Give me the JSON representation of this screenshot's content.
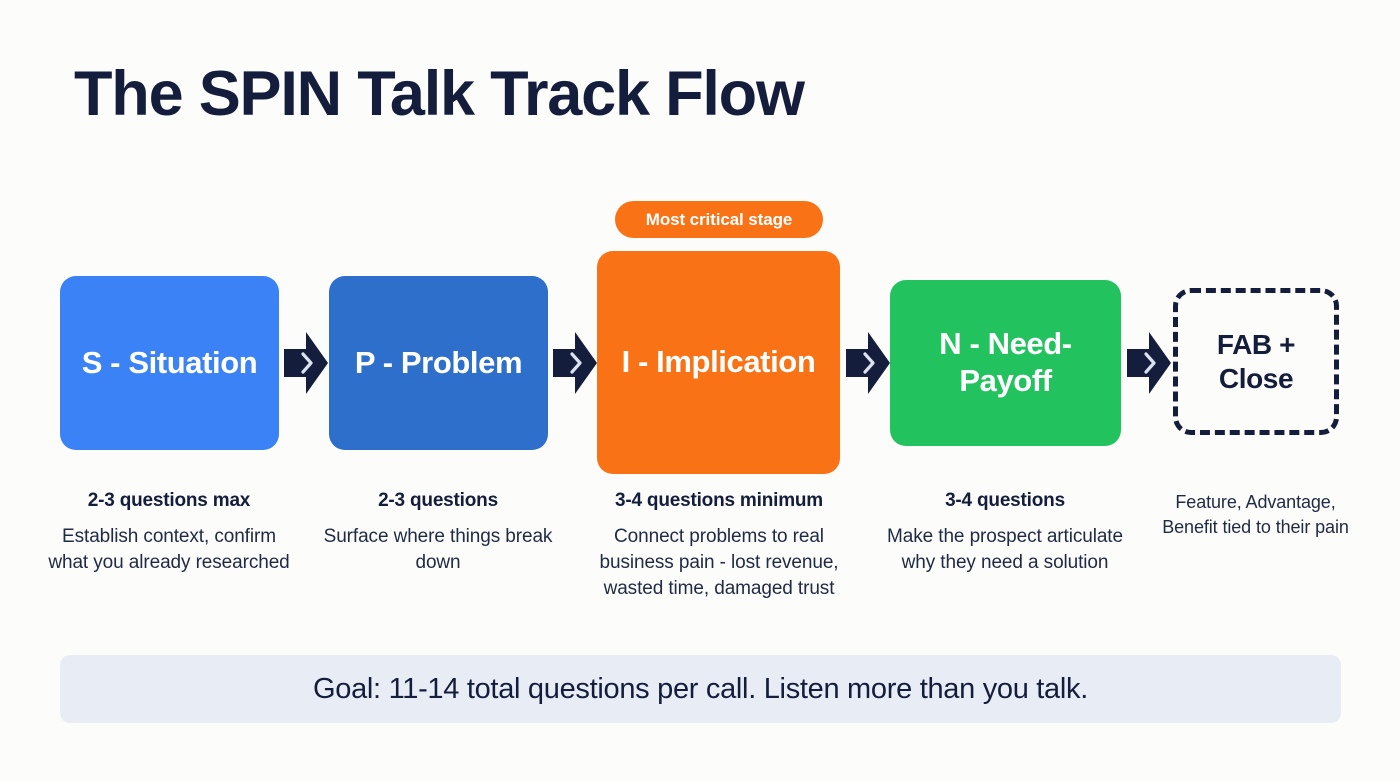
{
  "page": {
    "title": "The SPIN Talk Track Flow",
    "background_color": "#fcfcfa",
    "text_color": "#141e3c"
  },
  "badge": {
    "label": "Most critical stage",
    "color": "#f97316",
    "attached_to": "I - Implication"
  },
  "flow": {
    "stages": [
      {
        "id": "situation",
        "label": "S - Situation",
        "color": "#3b82f6",
        "style": "solid",
        "caption_heading": "2-3 questions max",
        "caption_body": "Establish context, confirm what you already researched"
      },
      {
        "id": "problem",
        "label": "P - Problem",
        "color": "#2e6fcc",
        "style": "solid",
        "caption_heading": "2-3 questions",
        "caption_body": "Surface where things break down"
      },
      {
        "id": "implication",
        "label": "I - Implication",
        "color": "#f97316",
        "style": "solid",
        "caption_heading": "3-4 questions minimum",
        "caption_body": "Connect problems to real business pain - lost revenue, wasted time, damaged trust"
      },
      {
        "id": "need-payoff",
        "label": "N - Need-Payoff",
        "color": "#22c35e",
        "style": "solid",
        "caption_heading": "3-4 questions",
        "caption_body": "Make the prospect articulate why they need a solution"
      },
      {
        "id": "fab-close",
        "label": "FAB + Close",
        "color": "#141e3c",
        "style": "dashed",
        "caption_heading": "",
        "caption_body": "Feature, Advantage, Benefit tied to their pain"
      }
    ],
    "connector": {
      "icon": "chevron-right-arrow",
      "color": "#141e3c",
      "count": 4
    }
  },
  "footer": {
    "text": "Goal: 11-14 total questions per call. Listen more than you talk.",
    "background_color": "#e8edf5"
  }
}
